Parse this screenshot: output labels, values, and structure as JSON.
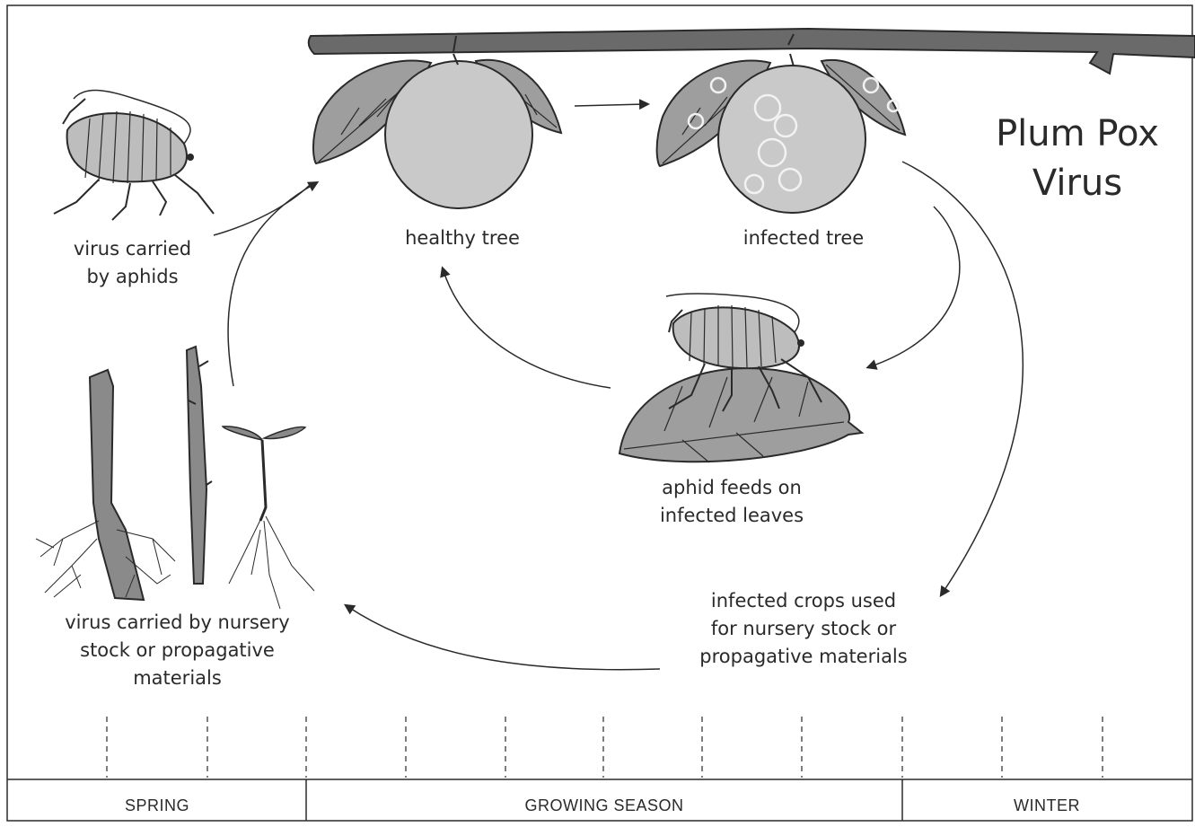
{
  "title": {
    "line1": "Plum Pox",
    "line2": "Virus"
  },
  "stages": {
    "healthy_tree": "healthy tree",
    "infected_tree": "infected tree",
    "aphid_feeds": {
      "line1": "aphid feeds on",
      "line2": "infected leaves"
    },
    "infected_crops": {
      "line1": "infected crops used",
      "line2": "for nursery stock or",
      "line3": "propagative materials"
    },
    "virus_nursery": {
      "line1": "virus carried by nursery",
      "line2": "stock or propagative",
      "line3": "materials"
    },
    "virus_aphids": {
      "line1": "virus carried",
      "line2": "by aphids"
    }
  },
  "timeline": {
    "seasons": [
      "SPRING",
      "GROWING SEASON",
      "WINTER"
    ]
  },
  "colors": {
    "line": "#2a2a2a",
    "fruit": "#c9c9c9",
    "leaf": "#9e9e9e",
    "aphid": "#bdbdbd",
    "branch": "#6a6a6a",
    "stem": "#8a8a8a"
  }
}
